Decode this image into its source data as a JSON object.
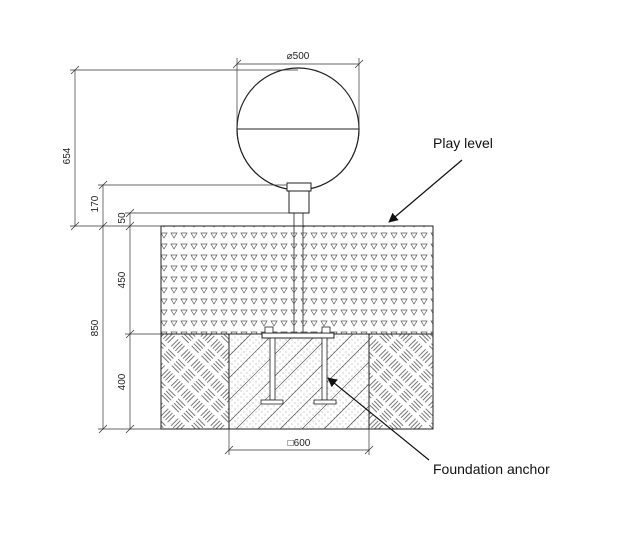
{
  "dimensions": {
    "sphere_diameter": "⌀500",
    "sphere_height": "654",
    "post_height": "170",
    "post_base": "50",
    "surface_depth": "450",
    "foundation_depth": "400",
    "total_depth": "850",
    "foundation_width": "□600"
  },
  "labels": {
    "play_level": "Play level",
    "foundation_anchor": "Foundation anchor"
  }
}
